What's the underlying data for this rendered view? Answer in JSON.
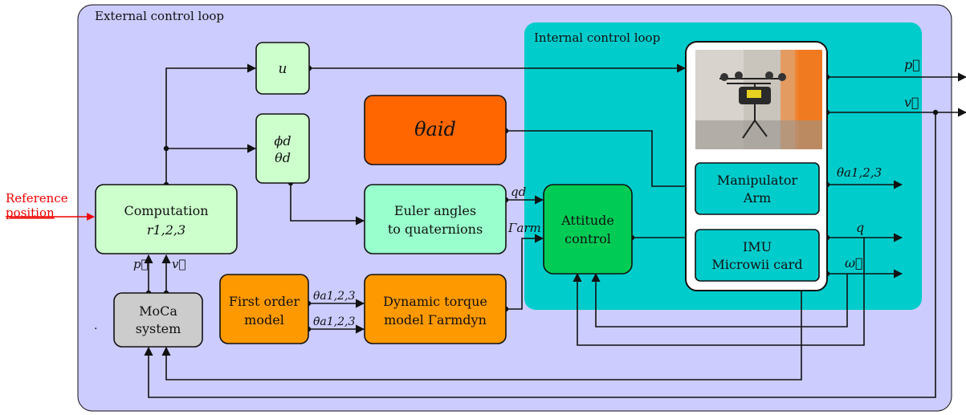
{
  "loops": {
    "external_title": "External control loop",
    "internal_title": "Internal control loop"
  },
  "reference": {
    "line1": "Reference",
    "line2": "position"
  },
  "blocks": {
    "u": "u",
    "phi_d": "ϕd",
    "theta_d": "θd",
    "theta_aid": "θaid",
    "computation_l1": "Computation",
    "computation_l2": "r1,2,3",
    "euler_l1": "Euler angles",
    "euler_l2": "to quaternions",
    "attitude_l1": "Attitude",
    "attitude_l2": "control",
    "manip_l1": "Manipulator",
    "manip_l2": "Arm",
    "imu_l1": "IMU",
    "imu_l2": "Microwii card",
    "firstorder_l1": "First order",
    "firstorder_l2": "model",
    "dyn_l1": "Dynamic torque",
    "dyn_l2": "model Γarmdyn",
    "moca_l1": "MoCa",
    "moca_l2": "system"
  },
  "signals": {
    "p": "p⃗",
    "v": "v⃗",
    "theta_a": "θa1,2,3",
    "q": "q",
    "omega": "ω⃗",
    "q_d": "qd",
    "gamma_arm": "Γarm",
    "p_mc": "p⃗",
    "v_mc": "v⃗",
    "theta_a_fo": "θa1,2,3",
    "theta_a_dot": "θ̇a1,2,3",
    "dot": "."
  },
  "colors": {
    "external_bg": "#ccccff",
    "internal_bg": "#00cccc",
    "light_green": "#ccffcc",
    "mint": "#99ffcc",
    "dark_orange": "#ff6600",
    "orange": "#ff9900",
    "green": "#00cc55",
    "gray": "#cccccc",
    "red": "#ee0000"
  }
}
